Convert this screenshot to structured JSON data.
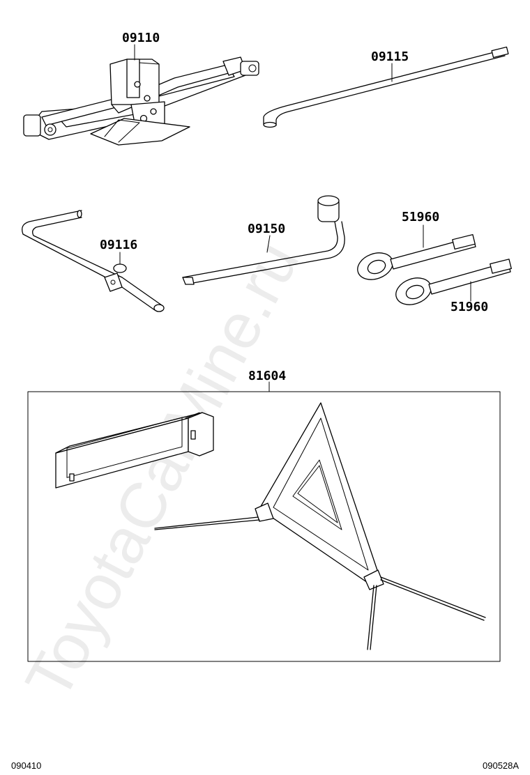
{
  "diagram": {
    "watermark": "ToyotaCarMine.ru",
    "part_labels": {
      "jack": "09110",
      "jack_handle": "09115",
      "jack_handle_ext": "09116",
      "wheel_wrench": "09150",
      "towing_eye_top": "51960",
      "towing_eye_bottom": "51960",
      "warning_triangle_kit": "81604"
    },
    "footer_left": "090410",
    "footer_right": "090528A"
  }
}
